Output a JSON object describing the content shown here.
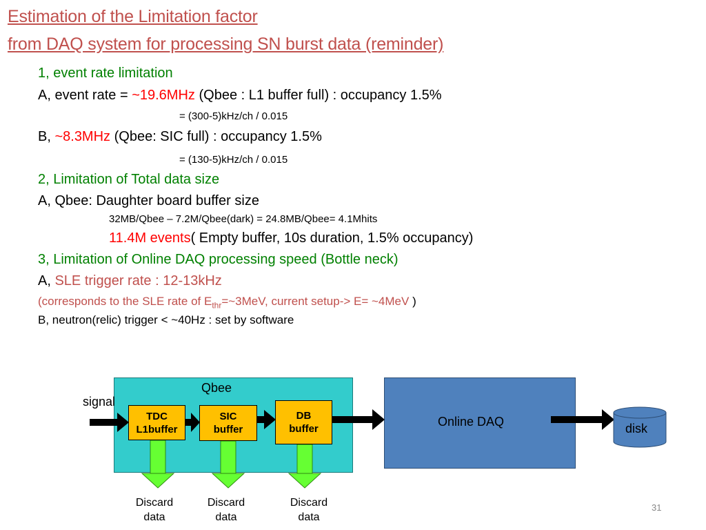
{
  "slide": {
    "title_line1": "Estimation of the Limitation factor ",
    "title_line2": "from DAQ system for processing SN burst data (reminder)",
    "s1": {
      "heading": "1, event rate limitation",
      "a_prefix": "A,  event rate = ",
      "a_value": "~19.6MHz",
      "a_rest": " (Qbee : L1 buffer full) : occupancy 1.5%",
      "a_calc": "= (300-5)kHz/ch  / 0.015",
      "b_prefix": "B,  ",
      "b_value": "~8.3MHz",
      "b_rest": " (Qbee: SIC full) : occupancy 1.5%",
      "b_calc": "= (130-5)kHz/ch  / 0.015"
    },
    "s2": {
      "heading": "2, Limitation of Total data size",
      "a_line": "A, Qbee: Daughter board buffer size",
      "a_calc": "32MB/Qbee – 7.2M/Qbee(dark) = 24.8MB/Qbee= 4.1Mhits",
      "a_events": "11.4M events",
      "a_events_rest": "( Empty buffer, 10s duration, 1.5% occupancy)"
    },
    "s3": {
      "heading": "3, Limitation of Online DAQ processing speed (Bottle neck)",
      "a_prefix": "A, ",
      "a_text": "SLE trigger rate : 12-13kHz",
      "note_pre": "(corresponds to the SLE rate of E",
      "note_sub": "thr",
      "note_post": "=~3MeV, current setup-> E= ~4MeV",
      "note_close": " )",
      "b_line": "B, neutron(relic) trigger < ~40Hz : set by software"
    },
    "page_number": "31"
  },
  "diagram": {
    "signal_label": "signal",
    "qbee_label": "Qbee",
    "tdc_line1": "TDC",
    "tdc_line2": "L1buffer",
    "sic_line1": "SIC",
    "sic_line2": "buffer",
    "db_line1": "DB",
    "db_line2": "buffer",
    "daq_label": "Online DAQ",
    "disk_label": "disk",
    "discard1_line1": "Discard",
    "discard1_line2": "data",
    "discard2_line1": "Discard",
    "discard2_line2": "data",
    "discard3_line1": "Discard",
    "discard3_line2": "data",
    "colors": {
      "title": "#c0504d",
      "heading": "#008000",
      "highlight": "#ff0000",
      "qbee_box": "#33cccc",
      "daq_box": "#4f81bd",
      "chip": "#ffc000",
      "discard_arrow": "#66ff33"
    }
  }
}
